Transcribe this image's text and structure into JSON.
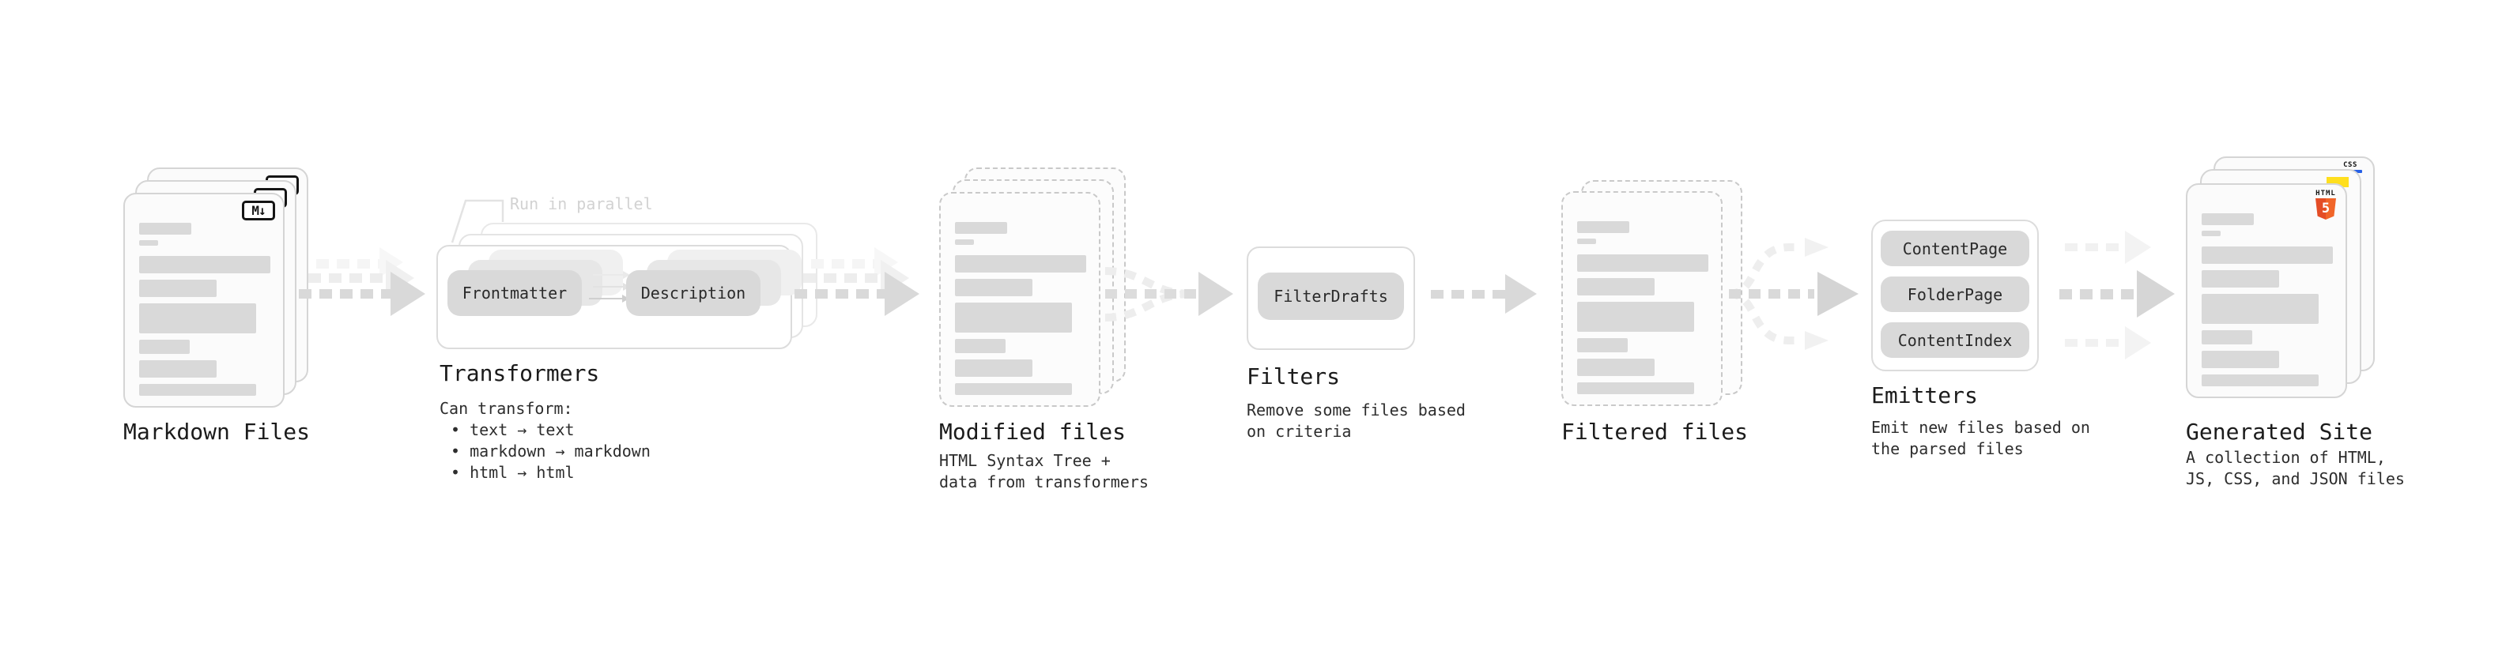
{
  "colors": {
    "bar_gray": "#d9d9d9",
    "pill_gray": "#d9d9d9",
    "arrow_gray": "#d9d9d9",
    "ghost_gray": "#efefef",
    "dashed_border": "#c9c9c9",
    "annotation_gray": "#d2d2d2",
    "html5_orange": "#e44d26",
    "js_yellow": "#ffdf1e",
    "css_blue": "#2760e6"
  },
  "stages": {
    "markdown": {
      "label": "Markdown Files",
      "badge": "M↓"
    },
    "transformers": {
      "label": "Transformers",
      "annotation": "Run in parallel",
      "pill_left": "Frontmatter",
      "pill_right": "Description",
      "subtitle": [
        "Can transform:",
        "• text → text",
        "• markdown → markdown",
        "• html → html"
      ]
    },
    "modified": {
      "label": "Modified files",
      "subtitle": [
        "HTML Syntax Tree +",
        "data from transformers"
      ]
    },
    "filters": {
      "label": "Filters",
      "pill": "FilterDrafts",
      "subtitle": [
        "Remove some files based",
        "on criteria"
      ]
    },
    "filtered": {
      "label": "Filtered files"
    },
    "emitters": {
      "label": "Emitters",
      "pills": [
        "ContentPage",
        "FolderPage",
        "ContentIndex"
      ],
      "subtitle": [
        "Emit new files based on",
        "the parsed files"
      ]
    },
    "generated": {
      "label": "Generated Site",
      "subtitle": [
        "A collection of HTML,",
        "JS, CSS, and JSON files"
      ],
      "badge_css": "CSS",
      "badge_html_label": "HTML",
      "badge_html_number": "5"
    }
  }
}
